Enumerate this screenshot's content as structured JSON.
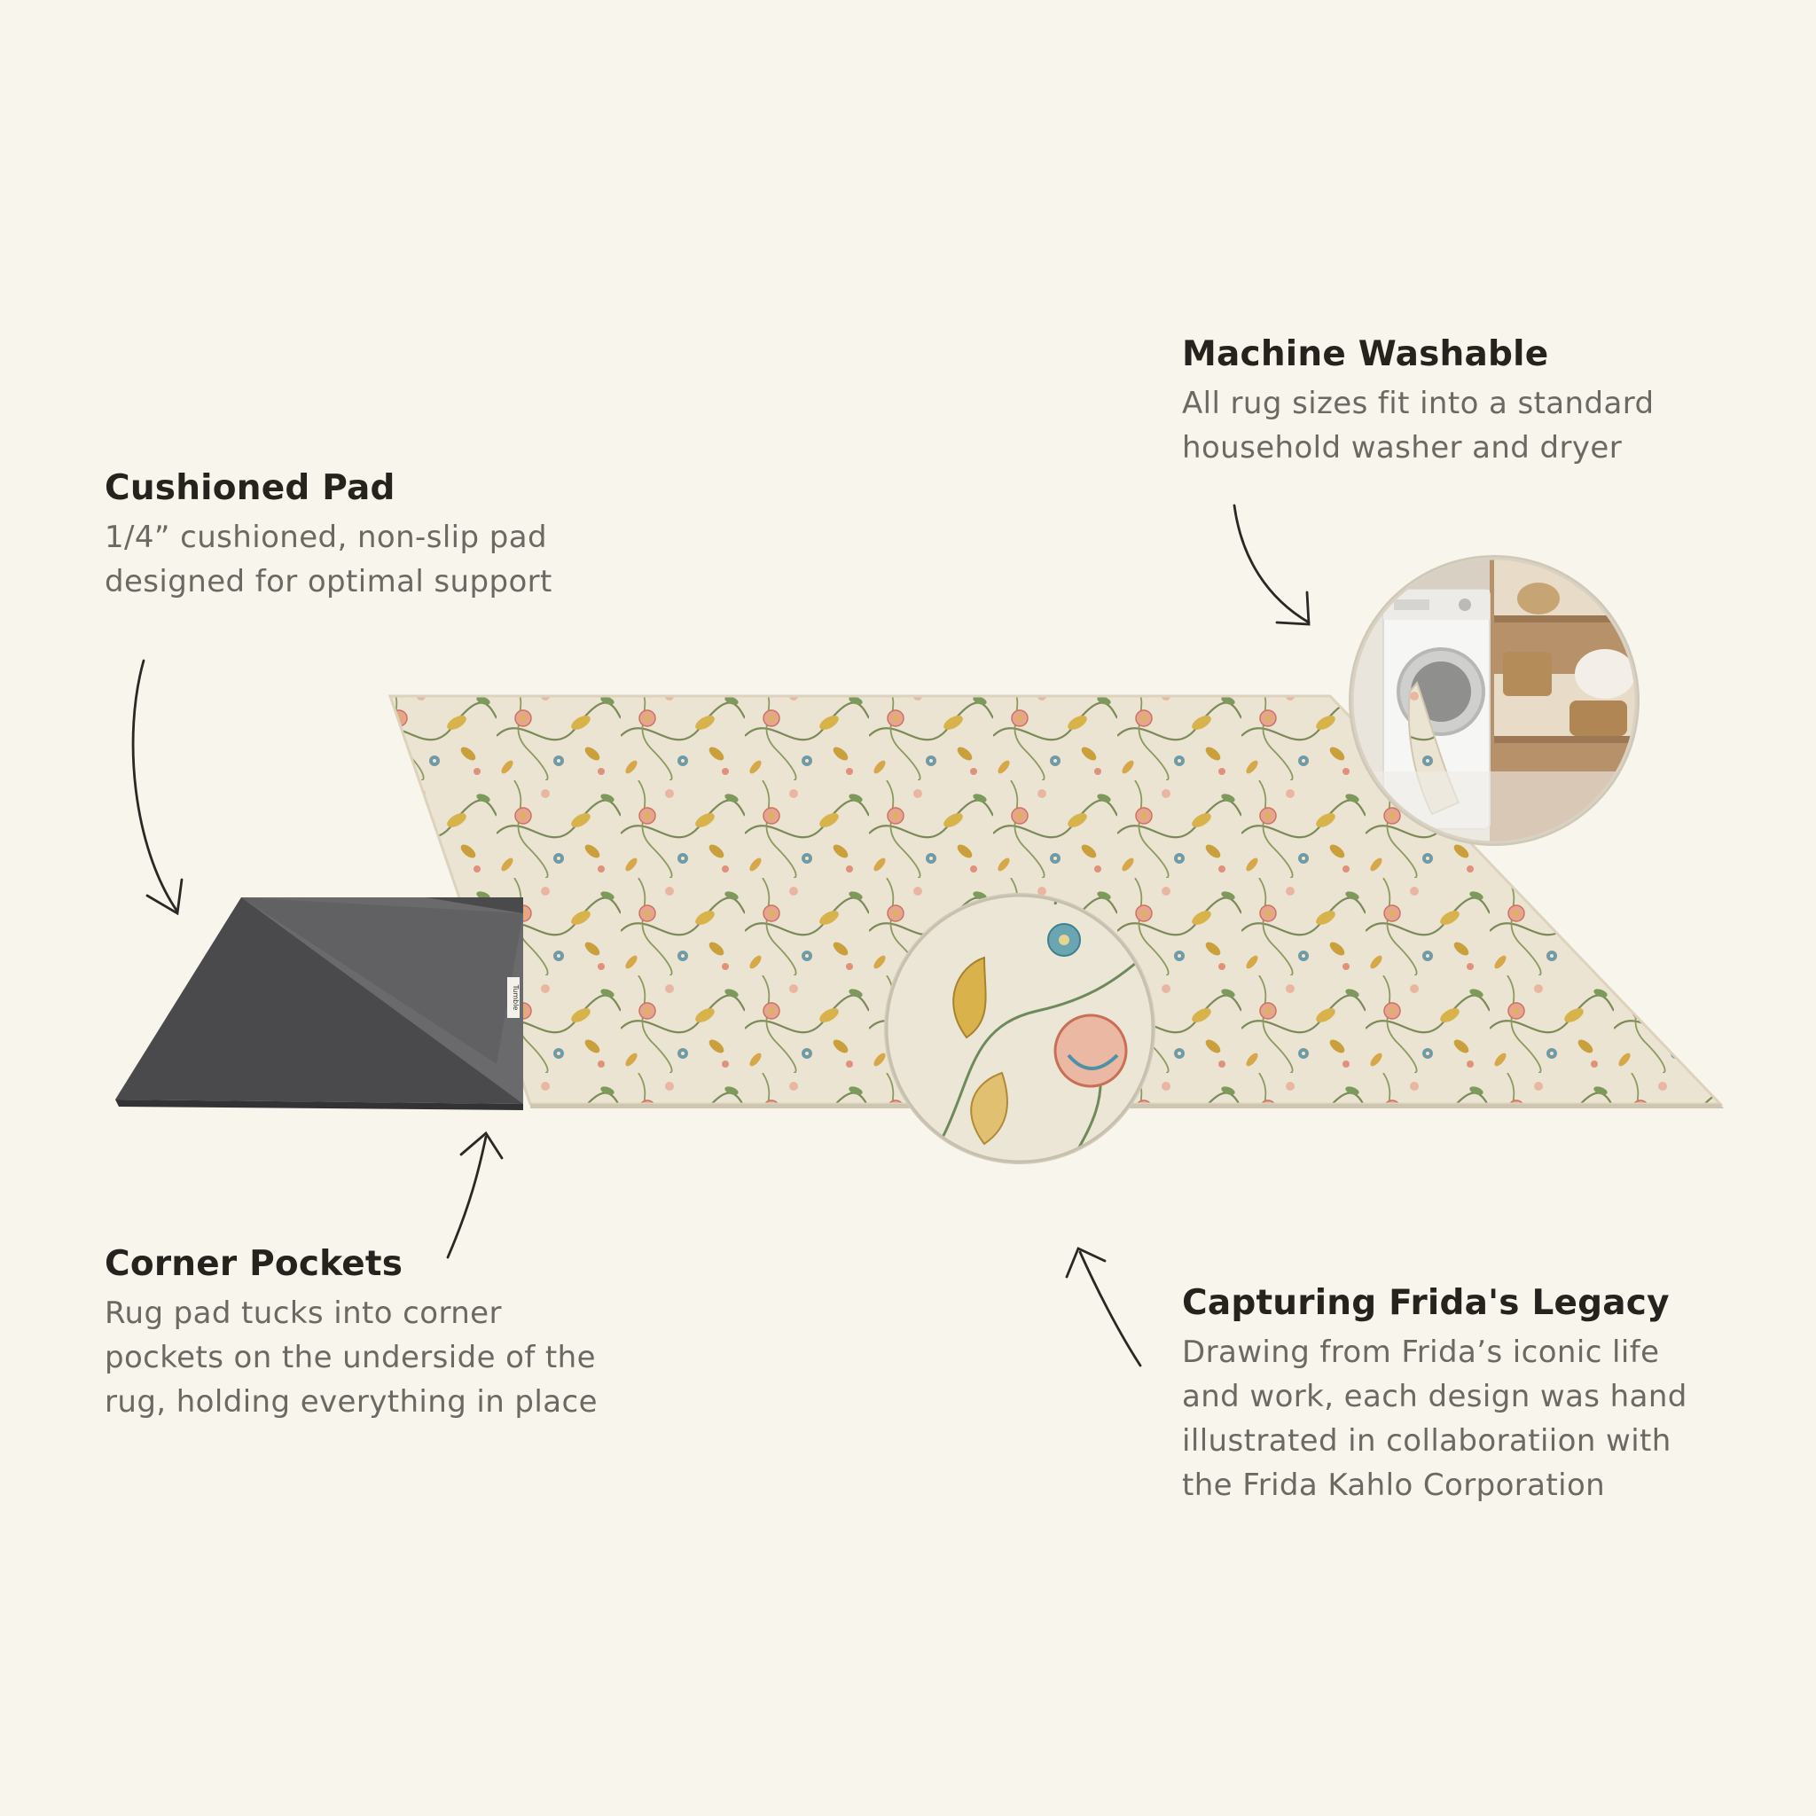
{
  "colors": {
    "background": "#f8f5ec",
    "heading": "#26231f",
    "body": "#6c6863",
    "rug_base": "#ece4d2",
    "pad": "#4a4a4c",
    "pad_underside": "#6a6a6c"
  },
  "callouts": {
    "cushioned_pad": {
      "title": "Cushioned Pad",
      "lines": [
        "1/4” cushioned, non-slip pad",
        "designed for optimal support"
      ]
    },
    "corner_pockets": {
      "title": "Corner Pockets",
      "lines": [
        "Rug pad tucks into corner",
        "pockets on the underside of the",
        "rug, holding everything in place"
      ]
    },
    "machine_washable": {
      "title": "Machine Washable",
      "lines": [
        "All rug sizes fit into a standard",
        "household washer and dryer"
      ]
    },
    "fridas_legacy": {
      "title": "Capturing Frida's Legacy",
      "lines": [
        "Drawing from Frida’s iconic life",
        "and work, each design was hand",
        "illustrated in collaboratiion with",
        "the Frida Kahlo Corporation"
      ]
    }
  },
  "product": {
    "label_text": "Tumble",
    "icons": [
      "arrow-icon",
      "washing-machine-icon",
      "floral-pattern"
    ]
  }
}
